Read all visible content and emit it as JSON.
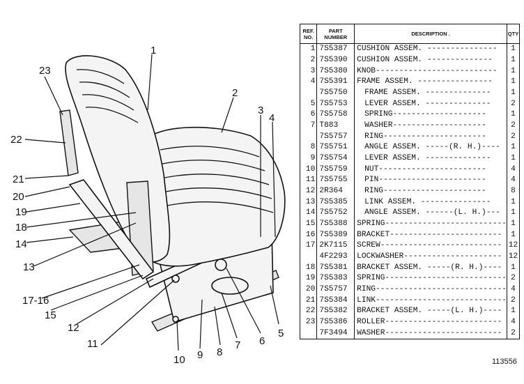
{
  "diagram": {
    "callouts": [
      {
        "id": "1",
        "text": "1"
      },
      {
        "id": "2",
        "text": "2"
      },
      {
        "id": "3",
        "text": "3"
      },
      {
        "id": "4",
        "text": "4"
      },
      {
        "id": "5",
        "text": "5"
      },
      {
        "id": "6",
        "text": "6"
      },
      {
        "id": "7",
        "text": "7"
      },
      {
        "id": "8",
        "text": "8"
      },
      {
        "id": "9",
        "text": "9"
      },
      {
        "id": "10",
        "text": "10"
      },
      {
        "id": "11",
        "text": "11"
      },
      {
        "id": "12",
        "text": "12"
      },
      {
        "id": "13",
        "text": "13"
      },
      {
        "id": "14",
        "text": "14"
      },
      {
        "id": "15",
        "text": "15"
      },
      {
        "id": "17-16",
        "text": "17-16"
      },
      {
        "id": "18",
        "text": "18"
      },
      {
        "id": "19",
        "text": "19"
      },
      {
        "id": "20",
        "text": "20"
      },
      {
        "id": "21",
        "text": "21"
      },
      {
        "id": "22",
        "text": "22"
      },
      {
        "id": "23",
        "text": "23"
      }
    ]
  },
  "table": {
    "headers": {
      "ref": "REF. NO.",
      "part": "PART NUMBER",
      "description": "DESCRIPTION .",
      "qty": "QTY"
    },
    "rows": [
      {
        "ref": "1",
        "part": "7S5387",
        "desc": "CUSHION ASSEM. ---------------",
        "qty": "1",
        "indent": false
      },
      {
        "ref": "2",
        "part": "7S5390",
        "desc": "CUSHION ASSEM. --------------",
        "qty": "1",
        "indent": false
      },
      {
        "ref": "3",
        "part": "7S5380",
        "desc": "KNOB--------------------------",
        "qty": "1",
        "indent": false
      },
      {
        "ref": "4",
        "part": "7S5391",
        "desc": "FRAME ASSEM. ----------------",
        "qty": "1",
        "indent": false
      },
      {
        "ref": "",
        "part": "7S5750",
        "desc": "FRAME ASSEM. --------------",
        "qty": "1",
        "indent": true
      },
      {
        "ref": "5",
        "part": "7S5753",
        "desc": "LEVER ASSEM. --------------",
        "qty": "2",
        "indent": true
      },
      {
        "ref": "6",
        "part": "7S5758",
        "desc": "SPRING--------------------",
        "qty": "1",
        "indent": true
      },
      {
        "ref": "7",
        "part": "T883",
        "desc": "WASHER--------------------",
        "qty": "2",
        "indent": true
      },
      {
        "ref": "",
        "part": "7S5757",
        "desc": "RING----------------------",
        "qty": "2",
        "indent": true
      },
      {
        "ref": "8",
        "part": "7S5751",
        "desc": "ANGLE ASSEM. -----(R. H.)----",
        "qty": "1",
        "indent": true
      },
      {
        "ref": "9",
        "part": "7S5754",
        "desc": "LEVER ASSEM. --------------",
        "qty": "1",
        "indent": true
      },
      {
        "ref": "10",
        "part": "7S5759",
        "desc": "NUT-----------------------",
        "qty": "4",
        "indent": true
      },
      {
        "ref": "11",
        "part": "7S5755",
        "desc": "PIN-----------------------",
        "qty": "4",
        "indent": true
      },
      {
        "ref": "12",
        "part": "2R364",
        "desc": "RING----------------------",
        "qty": "8",
        "indent": true
      },
      {
        "ref": "13",
        "part": "7S5385",
        "desc": "LINK ASSEM. ---------------",
        "qty": "1",
        "indent": true
      },
      {
        "ref": "14",
        "part": "7S5752",
        "desc": "ANGLE ASSEM. ------(L. H.)---",
        "qty": "1",
        "indent": true
      },
      {
        "ref": "15",
        "part": "7S5388",
        "desc": "SPRING--------------------------",
        "qty": "1",
        "indent": false
      },
      {
        "ref": "16",
        "part": "7S5389",
        "desc": "BRACKET------------------------",
        "qty": "1",
        "indent": false
      },
      {
        "ref": "17",
        "part": "2K7115",
        "desc": "SCREW--------------------------",
        "qty": "12",
        "indent": false
      },
      {
        "ref": "",
        "part": "4F2293",
        "desc": "LOCKWASHER---------------------",
        "qty": "12",
        "indent": false
      },
      {
        "ref": "18",
        "part": "7S5381",
        "desc": "BRACKET ASSEM. -----(R. H.)----",
        "qty": "1",
        "indent": false
      },
      {
        "ref": "19",
        "part": "7S5383",
        "desc": "SPRING--------------------------",
        "qty": "2",
        "indent": false
      },
      {
        "ref": "20",
        "part": "7S5757",
        "desc": "RING----------------------------",
        "qty": "4",
        "indent": false
      },
      {
        "ref": "21",
        "part": "7S5384",
        "desc": "LINK----------------------------",
        "qty": "2",
        "indent": false
      },
      {
        "ref": "22",
        "part": "7S5382",
        "desc": "BRACKET ASSEM. -----(L. H.)----",
        "qty": "1",
        "indent": false
      },
      {
        "ref": "23",
        "part": "7S5386",
        "desc": "ROLLER-------------------------",
        "qty": "4",
        "indent": false
      },
      {
        "ref": "",
        "part": "7F3494",
        "desc": "WASHER-------------------------",
        "qty": "2",
        "indent": false
      }
    ]
  },
  "figure_number": "113556"
}
